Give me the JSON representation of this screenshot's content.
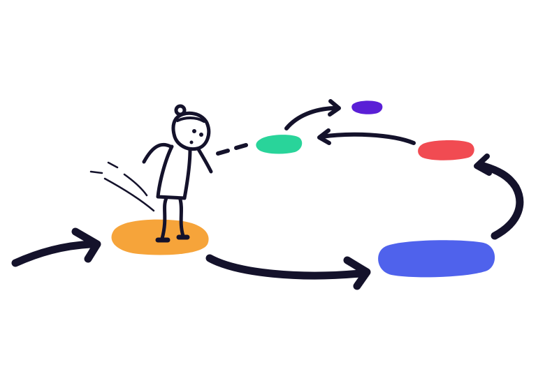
{
  "illustration": {
    "colors": {
      "ink": "#14122b",
      "orange_pad": "#f6a43a",
      "blue_pad": "#4f62ec",
      "red_pad": "#f14b52",
      "green_pad": "#29d49a",
      "purple_pad": "#5a1fd6"
    },
    "pads": [
      {
        "name": "orange-pad",
        "color": "orange_pad"
      },
      {
        "name": "blue-pad",
        "color": "blue_pad"
      },
      {
        "name": "red-pad",
        "color": "red_pad"
      },
      {
        "name": "green-pad",
        "color": "green_pad"
      },
      {
        "name": "purple-pad",
        "color": "purple_pad"
      }
    ],
    "figure": "stick-figure-jumping"
  }
}
